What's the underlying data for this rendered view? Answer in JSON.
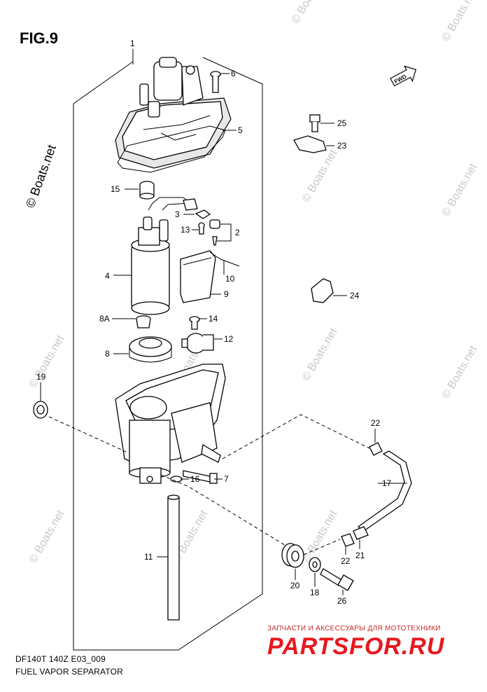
{
  "figure": {
    "title": "FIG.9",
    "caption_code": "DF140T 140Z E03_009",
    "caption_name": "FUEL VAPOR SEPARATOR"
  },
  "watermark": {
    "main": "© Boats.net",
    "faint": "© Boats.net"
  },
  "fwd_label": "FWD",
  "shop": {
    "tagline": "ЗАПЧАСТИ И АКСЕССУАРЫ ДЛЯ МОТОТЕХНИКИ",
    "logo": "PARTSFOR.RU"
  },
  "callouts": [
    "1",
    "6",
    "5",
    "25",
    "23",
    "15",
    "3",
    "13",
    "2",
    "10",
    "4",
    "9",
    "24",
    "8A",
    "14",
    "12",
    "8",
    "19",
    "22",
    "17",
    "7",
    "16",
    "11",
    "22",
    "21",
    "20",
    "18",
    "26"
  ],
  "colors": {
    "line": "#000000",
    "watermark": "#c8c8c8",
    "shop_red": "#e7191f"
  }
}
